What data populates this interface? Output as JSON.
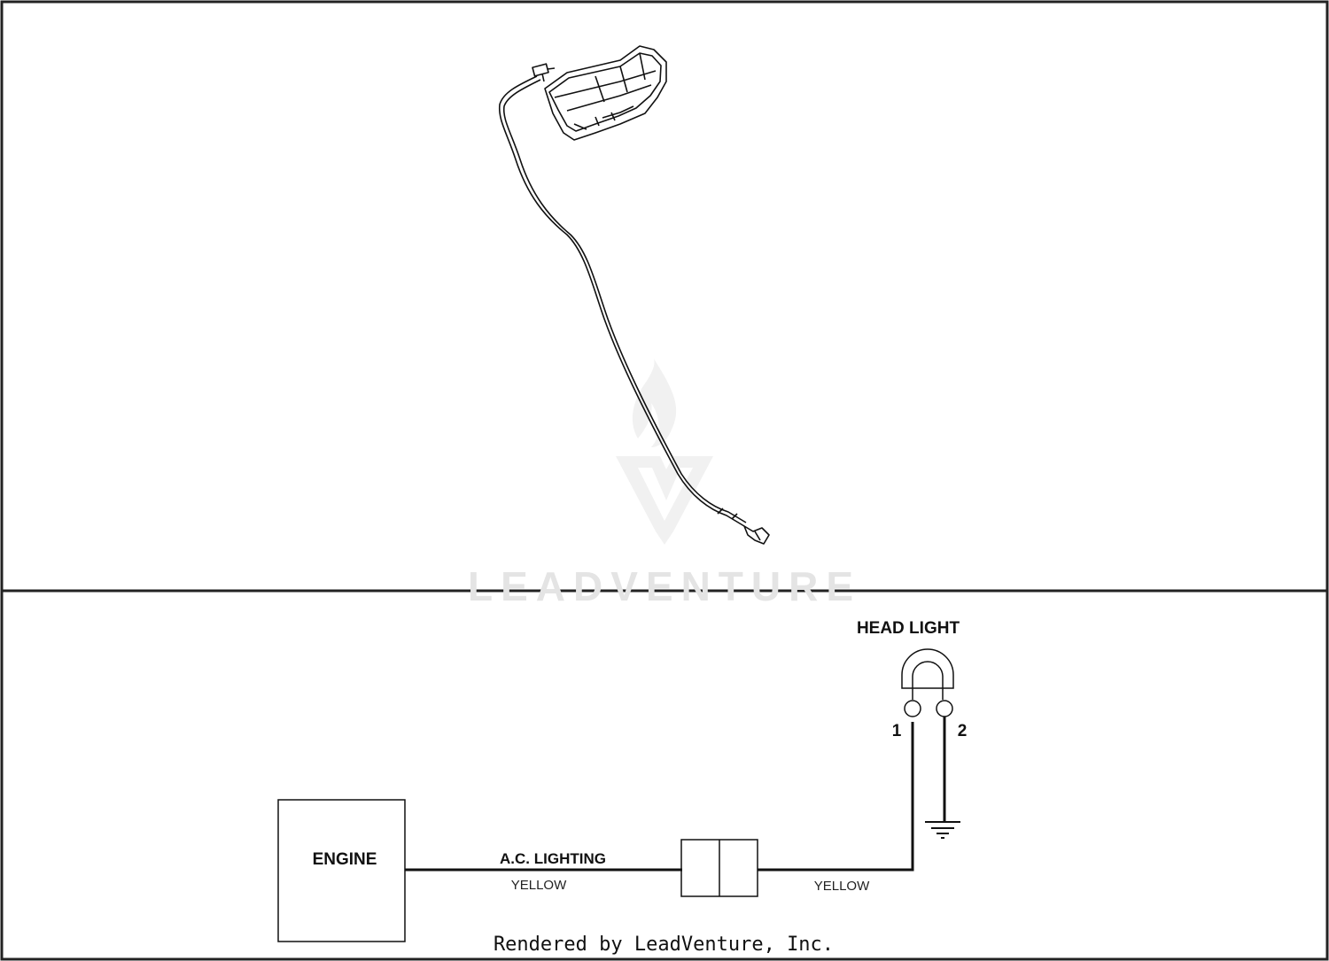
{
  "diagram": {
    "head_light_label": "HEAD LIGHT",
    "engine_label": "ENGINE",
    "ac_lighting_label": "A.C. LIGHTING",
    "wire_left_color_label": "YELLOW",
    "wire_right_color_label": "YELLOW",
    "terminal_1_label": "1",
    "terminal_2_label": "2"
  },
  "watermark": {
    "text": "LEADVENTURE"
  },
  "footer": {
    "text": "Rendered by LeadVenture, Inc."
  }
}
